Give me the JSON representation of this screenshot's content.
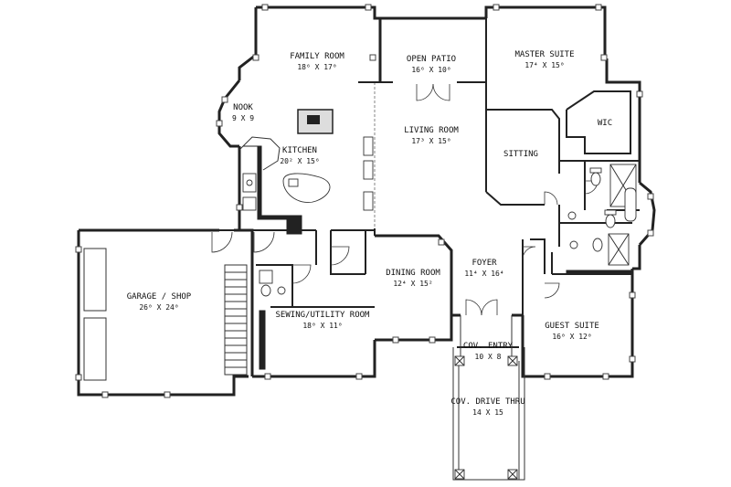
{
  "rooms": [
    {
      "id": "family-room",
      "name": "FAMILY ROOM",
      "dim": "18⁶ X 17⁰"
    },
    {
      "id": "open-patio",
      "name": "OPEN PATIO",
      "dim": "16⁶ X 10⁰"
    },
    {
      "id": "master-suite",
      "name": "MASTER SUITE",
      "dim": "17⁴ X 15⁰"
    },
    {
      "id": "nook",
      "name": "NOOK",
      "dim": "9 X 9"
    },
    {
      "id": "kitchen",
      "name": "KITCHEN",
      "dim": "20² X 15⁶"
    },
    {
      "id": "living-room",
      "name": "LIVING ROOM",
      "dim": "17³ X 15⁰"
    },
    {
      "id": "wic",
      "name": "WIC",
      "dim": ""
    },
    {
      "id": "sitting",
      "name": "SITTING",
      "dim": ""
    },
    {
      "id": "garage",
      "name": "GARAGE / SHOP",
      "dim": "26⁰ X 24⁰"
    },
    {
      "id": "foyer",
      "name": "FOYER",
      "dim": "11⁴ X 16⁴"
    },
    {
      "id": "dining-room",
      "name": "DINING ROOM",
      "dim": "12⁴ X 15²"
    },
    {
      "id": "sewing-utility",
      "name": "SEWING/UTILITY ROOM",
      "dim": "18⁰ X 11⁰"
    },
    {
      "id": "guest-suite",
      "name": "GUEST SUITE",
      "dim": "16⁰ X 12⁰"
    },
    {
      "id": "cov-entry",
      "name": "COV. ENTRY",
      "dim": "10 X 8"
    },
    {
      "id": "cov-drive-thru",
      "name": "COV. DRIVE THRU",
      "dim": "14 X 15"
    }
  ]
}
